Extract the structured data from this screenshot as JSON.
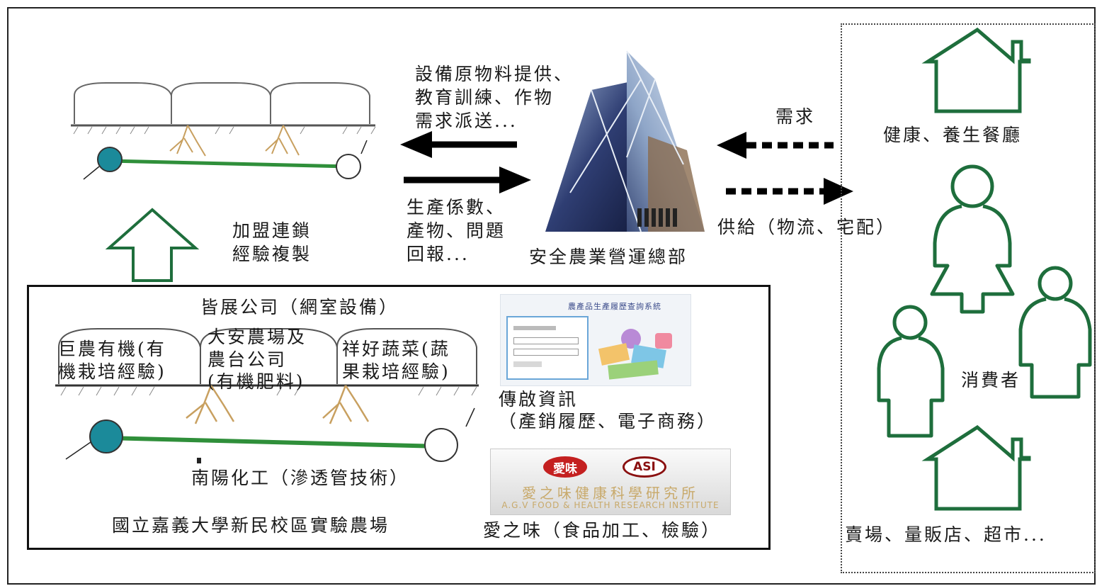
{
  "diagram": {
    "flow_left_top": [
      "設備原物料提供、",
      "教育訓練、作物",
      "需求派送..."
    ],
    "flow_left_bottom": [
      "生產係數、",
      "產物、問題",
      "回報..."
    ],
    "demand_label": "需求",
    "supply_label": "供給（物流、宅配）",
    "hq_label": "安全農業營運總部",
    "franchise_label": [
      "加盟連鎖",
      "經驗複製"
    ]
  },
  "base": {
    "net_room_label": "皆展公司（網室設備）",
    "farm1_label": [
      "巨農有機(有",
      "機栽培經驗)"
    ],
    "farm2_label": [
      "大安農場及",
      "農台公司",
      "(有機肥料)"
    ],
    "farm3_label": [
      "祥好蔬菜(蔬",
      "果栽培經驗)"
    ],
    "pipe_label": "南陽化工（滲透管技術）",
    "campus_label": "國立嘉義大學新民校區實驗農場",
    "web_title": "農產品生產履歷查詢系統",
    "info_label": [
      "傳啟資訊",
      "（產銷履歷、電子商務）"
    ],
    "aiv_logo_1": "愛味",
    "aiv_logo_2": "ASI",
    "aiv_title": "愛之味健康科學研究所",
    "aiv_en": "A.G.V FOOD & HEALTH RESEARCH INSTITUTE",
    "aiv_label": "愛之味（食品加工、檢驗）"
  },
  "market": {
    "restaurant_label": "健康、養生餐廳",
    "consumer_label": "消費者",
    "stores_label": "賣場、量販店、超市..."
  },
  "colors": {
    "outline_green": "#1e6e3c",
    "pipe_green": "#2f8f3a",
    "water_teal": "#1b8a9a",
    "root_tan": "#c8a060"
  }
}
